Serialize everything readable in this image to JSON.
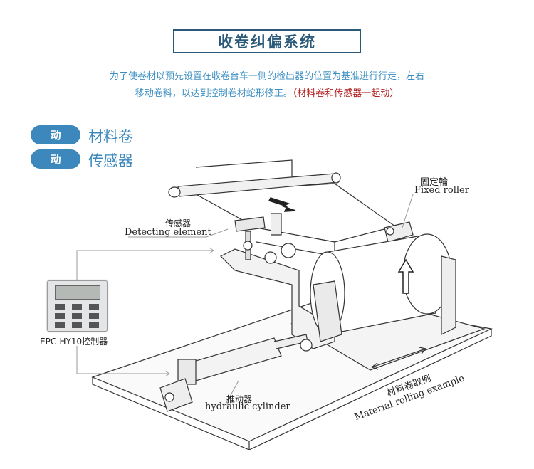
{
  "header": {
    "title": "收卷纠偏系统"
  },
  "description": {
    "line1": "为了使卷材以预先设置在收卷台车一侧的检出器的位置为基准进行行走，左右",
    "line2": "移动卷料，以达到控制卷材蛇形修正。",
    "highlight": "（材料卷和传感器一起动）"
  },
  "legend": [
    {
      "badge": "动",
      "label": "材料卷"
    },
    {
      "badge": "动",
      "label": "传感器"
    }
  ],
  "labels": {
    "fixed_roller_cn": "固定輪",
    "fixed_roller_en": "Fixed roller",
    "sensor_cn": "传感器",
    "sensor_en": "Detecting element",
    "controller": "EPC-HY10控制器",
    "cylinder_cn": "推动器",
    "cylinder_en": "hydraulic cylinder",
    "example_cn": "材料卷取例",
    "example_en": "Material rolling example"
  },
  "colors": {
    "accent": "#3c88bd",
    "title": "#2b5a78",
    "highlight": "#b01c1c"
  }
}
